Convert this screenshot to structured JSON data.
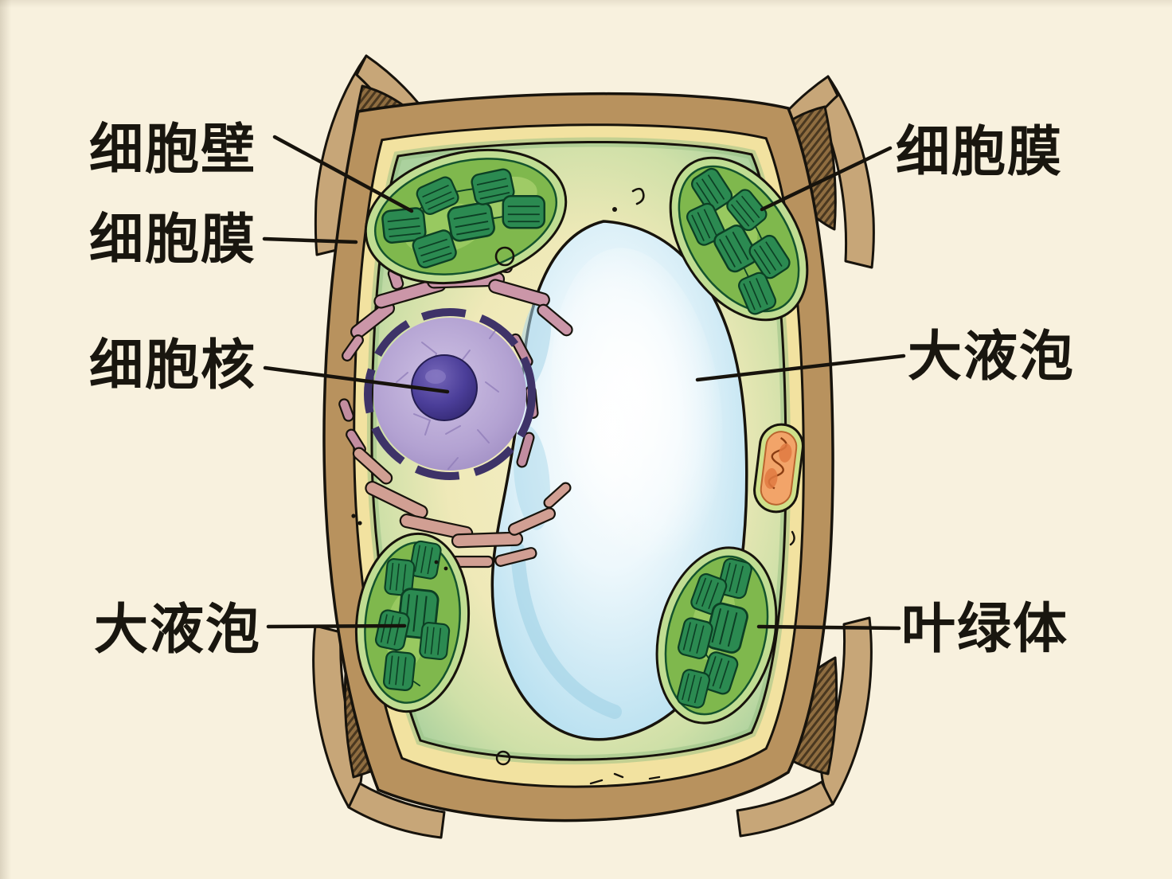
{
  "page": {
    "background": "#f8f1de"
  },
  "labels": {
    "cell_wall": "细胞壁",
    "cell_membrane_left": "细胞膜",
    "nucleus": "细胞核",
    "vacuole_left": "大液泡",
    "cell_membrane_right": "细胞膜",
    "vacuole_right": "大液泡",
    "chloroplast_right": "叶绿体"
  },
  "colors": {
    "ink": "#1a1a1a",
    "cell_wall_brown": "#b8925e",
    "corner_tan": "#c7a678",
    "inner_band_yellow": "#f2e2a0",
    "cytoplasm_green": "#aed2a0",
    "cytoplasm_pale": "#f4efc6",
    "vacuole_blue": "#c2e4f2",
    "chloroplast_green": "#7fb84d",
    "grana_dark_green": "#2b8a51",
    "nucleus_lavender": "#b7a6d4",
    "nucleolus_indigo": "#4b3e99",
    "er_mauve": "#cb96a8",
    "mitochondrion_orange": "#f2a469"
  }
}
